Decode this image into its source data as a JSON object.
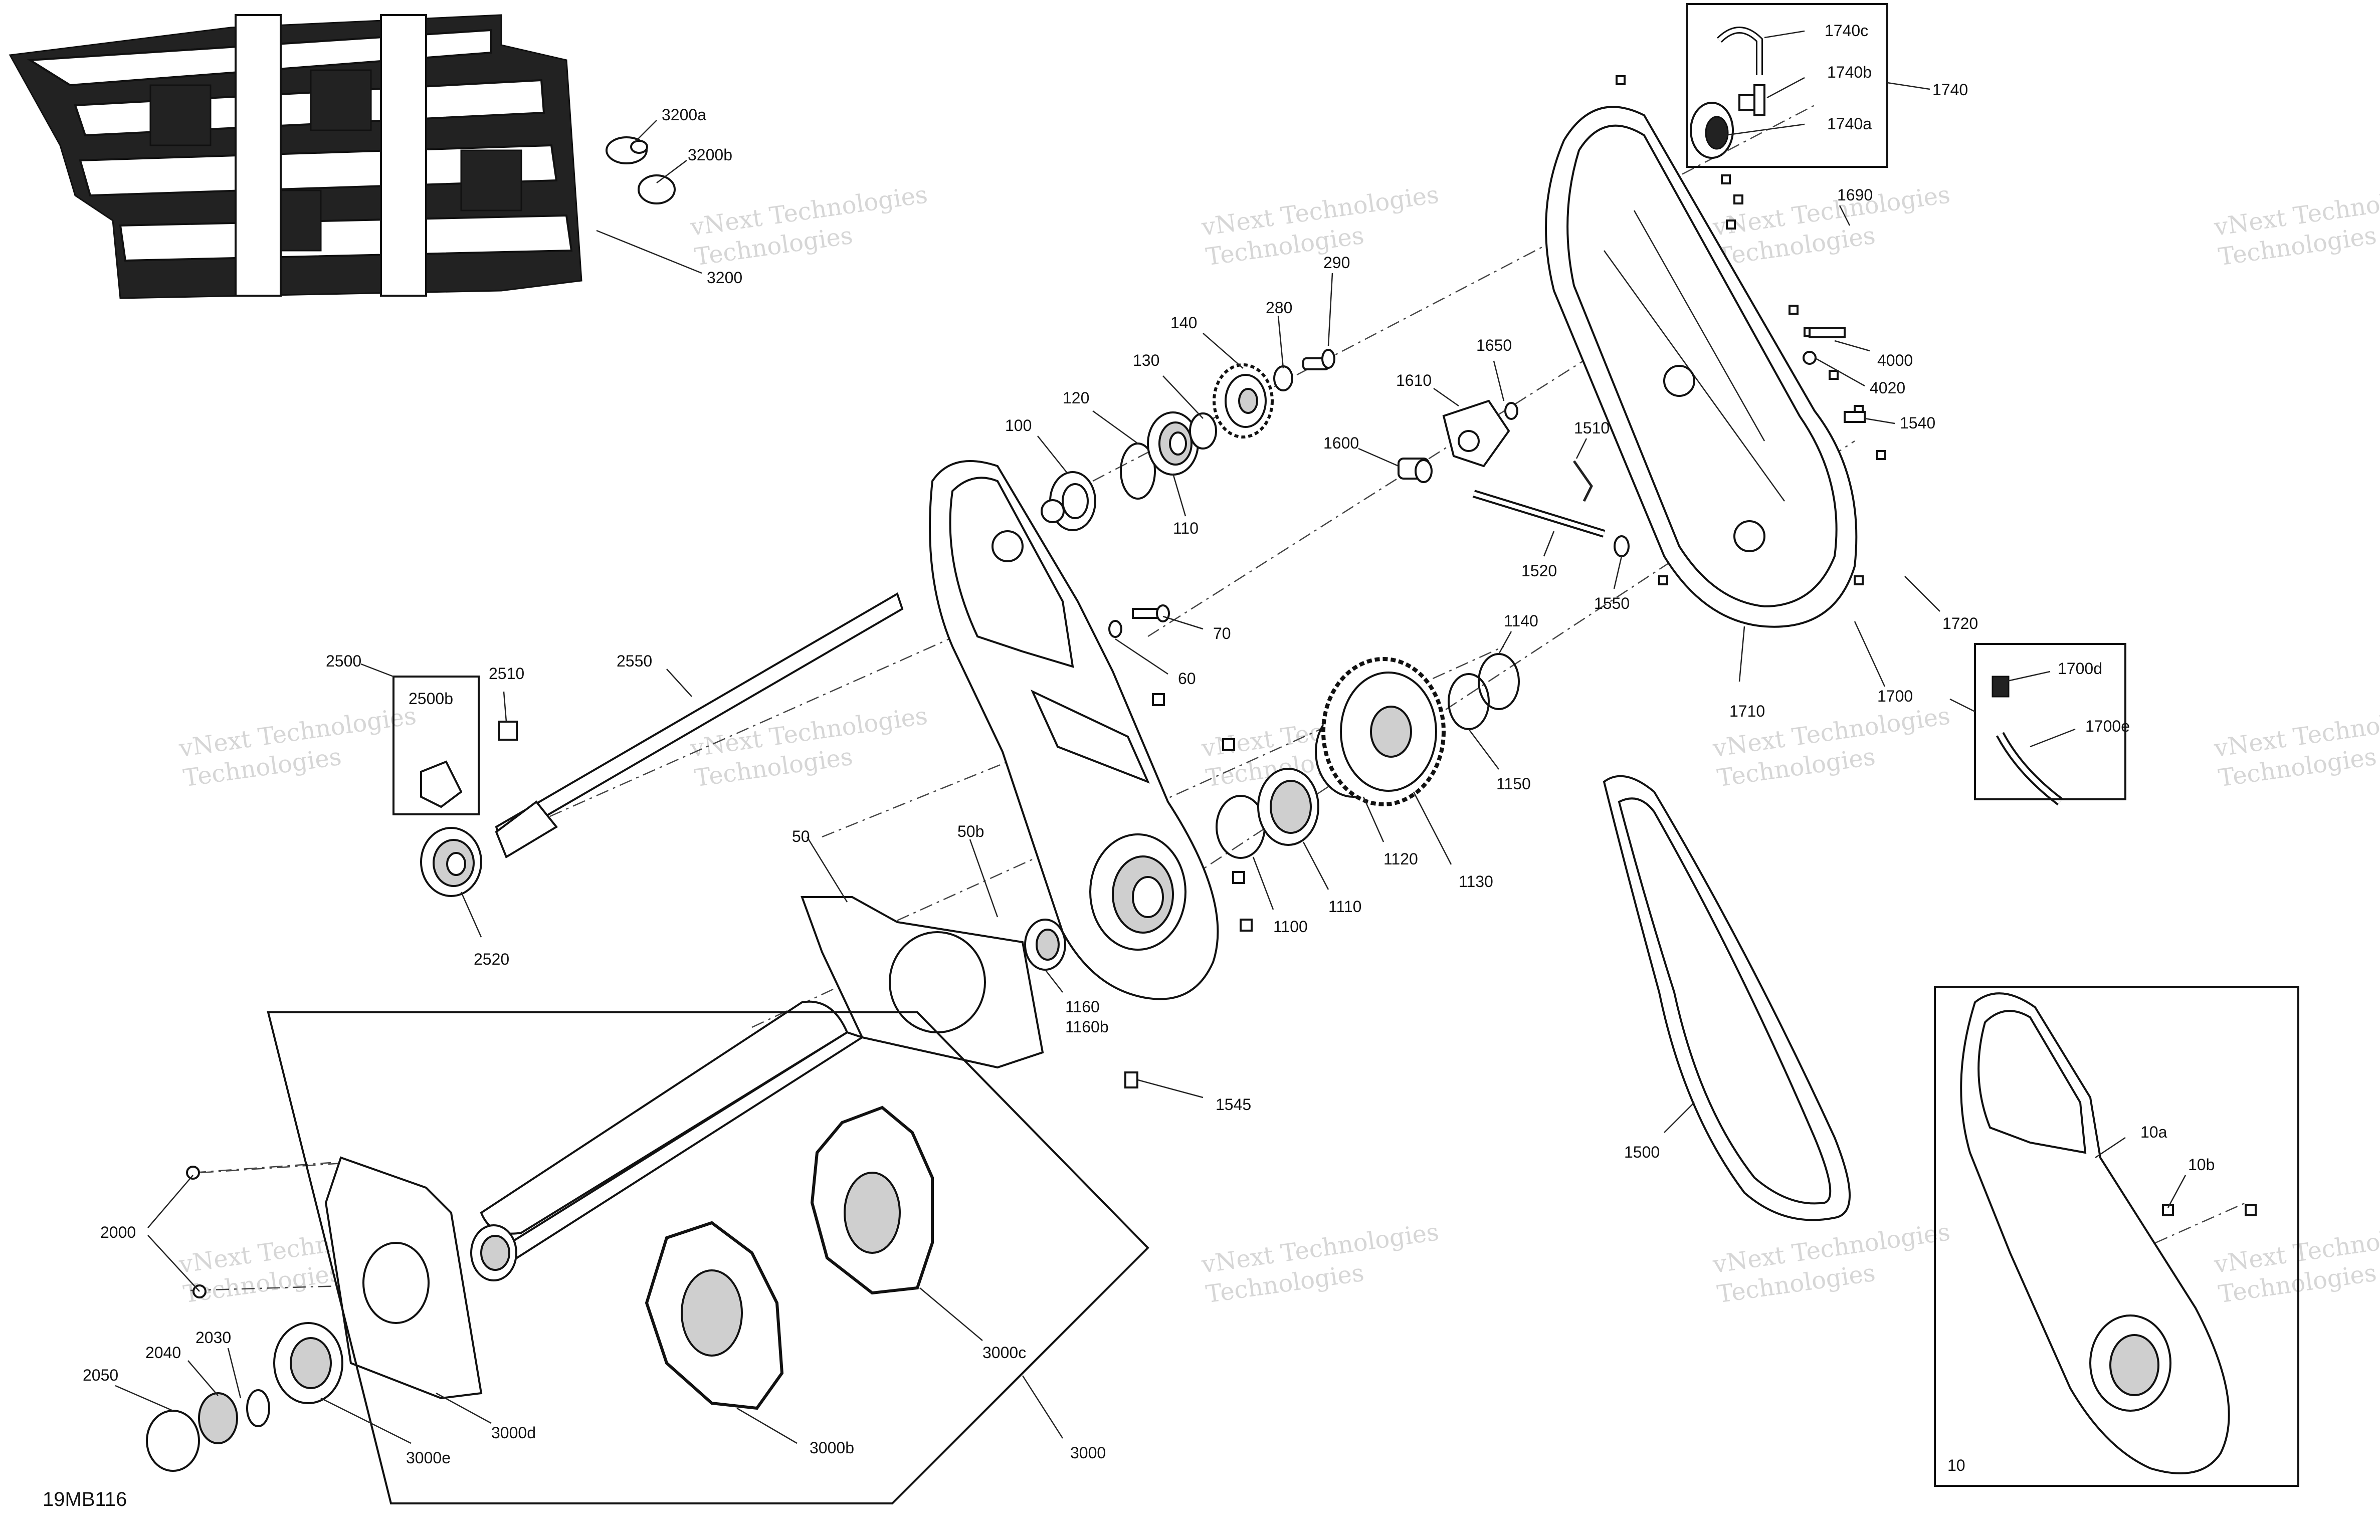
{
  "diagram_code": "19MB116",
  "watermark": {
    "line1": "vNext Technologies",
    "line2": "Technologies"
  },
  "callouts": [
    "3200a",
    "3200b",
    "3200",
    "1740c",
    "1740b",
    "1740",
    "1740a",
    "1690",
    "290",
    "280",
    "140",
    "130",
    "120",
    "100",
    "110",
    "1650",
    "1610",
    "1600",
    "1510",
    "1520",
    "1550",
    "4000",
    "4020",
    "1540",
    "1720",
    "70",
    "60",
    "2550",
    "2500",
    "2510",
    "2500b",
    "2520",
    "1140",
    "1150",
    "1130",
    "1120",
    "1110",
    "1100",
    "1160",
    "1160b",
    "50",
    "50b",
    "1545",
    "1710",
    "1700",
    "1700d",
    "1700e",
    "1500",
    "10a",
    "10b",
    "10",
    "2000",
    "2040",
    "2030",
    "2050",
    "3000e",
    "3000d",
    "3000b",
    "3000c",
    "3000"
  ],
  "accent_colors": {
    "ink": "#111111",
    "watermark": "#bdbdbd"
  }
}
